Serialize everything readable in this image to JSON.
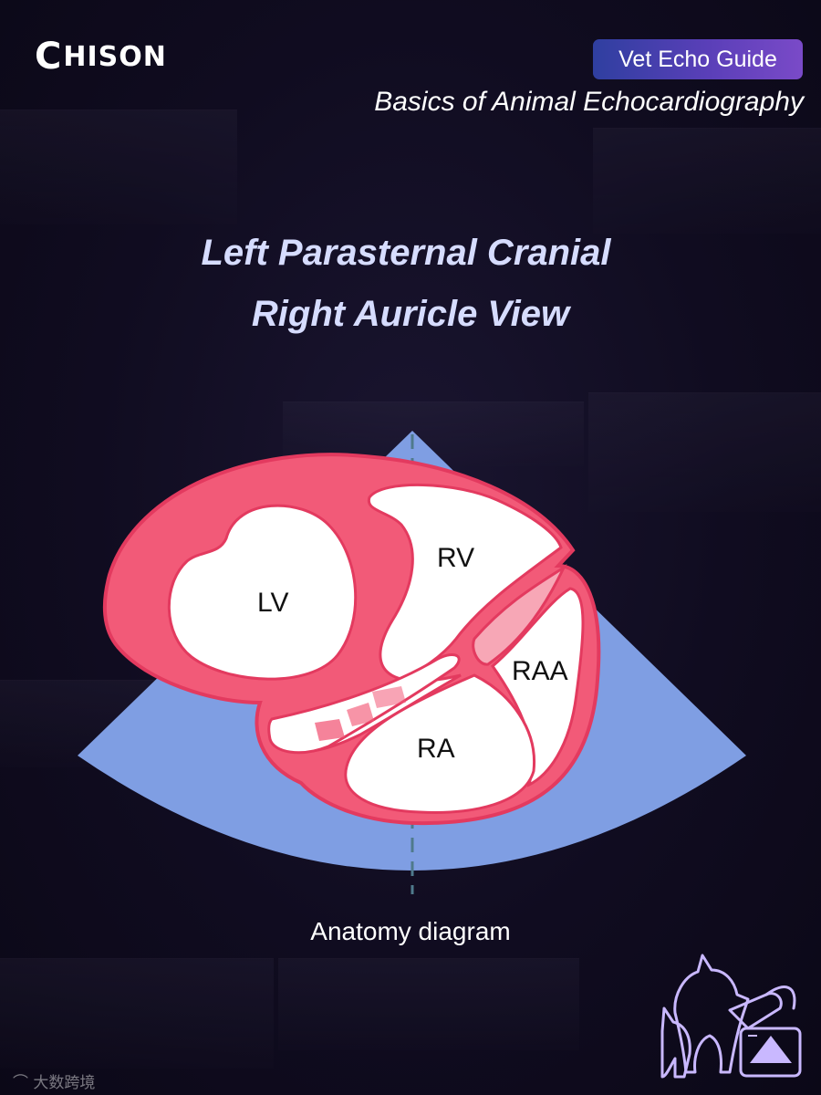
{
  "brand": {
    "logo_text": "HISON",
    "logo_initial": "C"
  },
  "badge": {
    "label": "Vet Echo Guide"
  },
  "header": {
    "subtitle": "Basics of Animal Echocardiography"
  },
  "title": {
    "line1": "Left Parasternal Cranial",
    "line2": "Right Auricle View"
  },
  "diagram": {
    "labels": {
      "lv": "LV",
      "rv": "RV",
      "raa": "RAA",
      "ra": "RA"
    },
    "colors": {
      "sector": "#7f9ee3",
      "myocardium": "#f25a78",
      "myocardium_outline": "#e33a5f",
      "chamber": "#ffffff",
      "label": "#111111"
    }
  },
  "caption": "Anatomy diagram",
  "watermark": "大数跨境",
  "icons": {
    "logo": "chison-logo",
    "pet": "dog-cat-probe-icon"
  }
}
